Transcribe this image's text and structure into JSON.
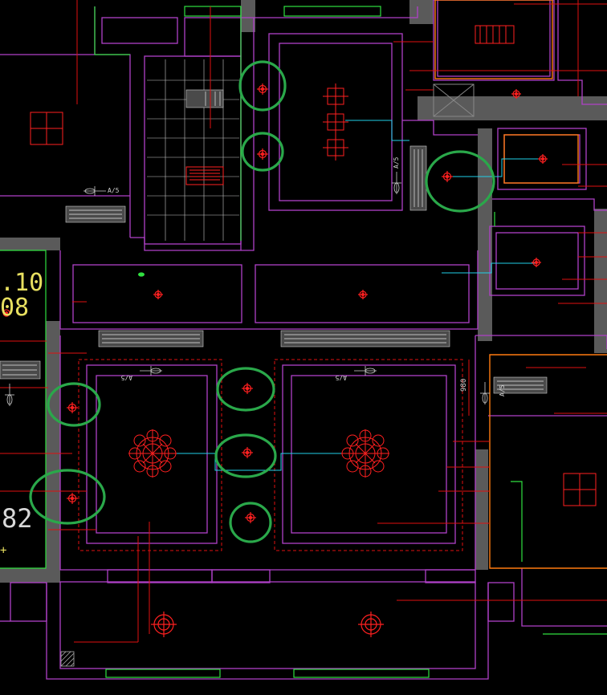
{
  "drawing": {
    "labels": {
      "dim_10": ".10",
      "dim_08": "08",
      "dim_82": "82",
      "dim_980": "980",
      "vent_tag": "A/5",
      "plus": "+"
    },
    "colors": {
      "background": "#000000",
      "wall_magenta": "#b040c8",
      "window_green": "#30e040",
      "leader_red": "#e01010",
      "fixture_red": "#ff2020",
      "highlight_circle": "#2aa84a",
      "wire_cyan": "#20d0e8",
      "wall_fill_gray": "#5a5a5a",
      "cabinet_orange": "#ff7a10",
      "text_yellow": "#e8e060",
      "text_gray": "#d8d8d8",
      "dark_red_grid": "#b01010"
    },
    "icons": [
      "ceiling-downlight-icon",
      "chandelier-icon",
      "ventilation-grille-icon",
      "air-vent-diffuser-icon",
      "exhaust-fan-icon",
      "highlight-ring-icon"
    ]
  }
}
